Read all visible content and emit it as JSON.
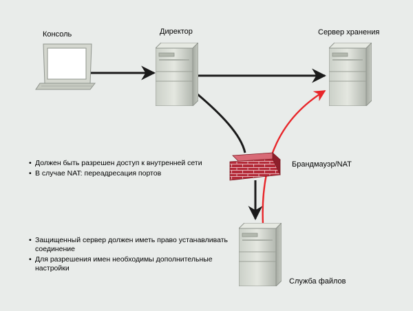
{
  "nodes": {
    "console": {
      "label": "Консоль",
      "icon": "laptop-icon"
    },
    "director": {
      "label": "Директор",
      "icon": "server-tower-icon"
    },
    "storage": {
      "label": "Сервер хранения",
      "icon": "server-tower-icon"
    },
    "firewall": {
      "label": "Брандмауэр/NAT",
      "icon": "firewall-brick-wall-icon"
    },
    "file_service": {
      "label": "Служба файлов",
      "icon": "server-tower-icon"
    }
  },
  "notes": {
    "firewall": [
      "Должен быть разрешен доступ к внутренней сети",
      "В случае NAT: переадресация портов"
    ],
    "file_service": [
      "Защищенный сервер должен иметь право устанавливать соединение",
      "Для разрешения имен необходимы дополнительные настройки"
    ]
  },
  "colors": {
    "background": "#e9ecea",
    "connection": "#1a1a1a",
    "highlight_connection": "#e8262a",
    "firewall": "#b32a38"
  }
}
